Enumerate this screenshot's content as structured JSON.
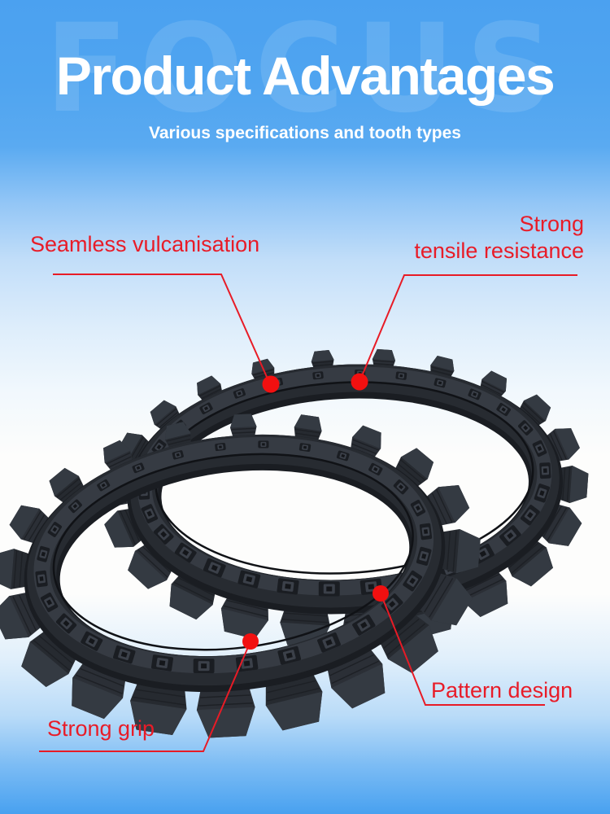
{
  "page": {
    "colors": {
      "top_blue": "#4BA1F0",
      "middle_white": "#FDFDFC",
      "bottom_blue": "#48A1F0",
      "header_text": "#FFFFFF",
      "watermark_tint": "rgba(255,255,255,0.12)"
    }
  },
  "header": {
    "watermark": "FOCUS",
    "title": "Product Advantages",
    "subtitle": "Various specifications and tooth types"
  },
  "figure": {
    "colors": {
      "band_dark": "#1A1D22",
      "band_mid": "#272B31",
      "band_light": "#363B43",
      "lug_a": "#2B2F36",
      "lug_b": "#262A30",
      "lug_face": "#343A42",
      "rib": "#1D2025",
      "tooth_cell": "#1A1D22",
      "tooth_raised": "#3B4049",
      "tooth_hole": "#14161A",
      "inner_lip": "#101216"
    }
  },
  "callouts": {
    "line_color": "#E81B26",
    "dot_color": "#F21010",
    "text_color": "#E81C28",
    "items": [
      {
        "id": "seamless",
        "label": "Seamless vulcanisation"
      },
      {
        "id": "tensile",
        "label": "Strong tensile resistance",
        "line1": "Strong",
        "line2": "tensile resistance"
      },
      {
        "id": "pattern",
        "label": "Pattern design"
      },
      {
        "id": "grip",
        "label": "Strong grip"
      }
    ]
  }
}
